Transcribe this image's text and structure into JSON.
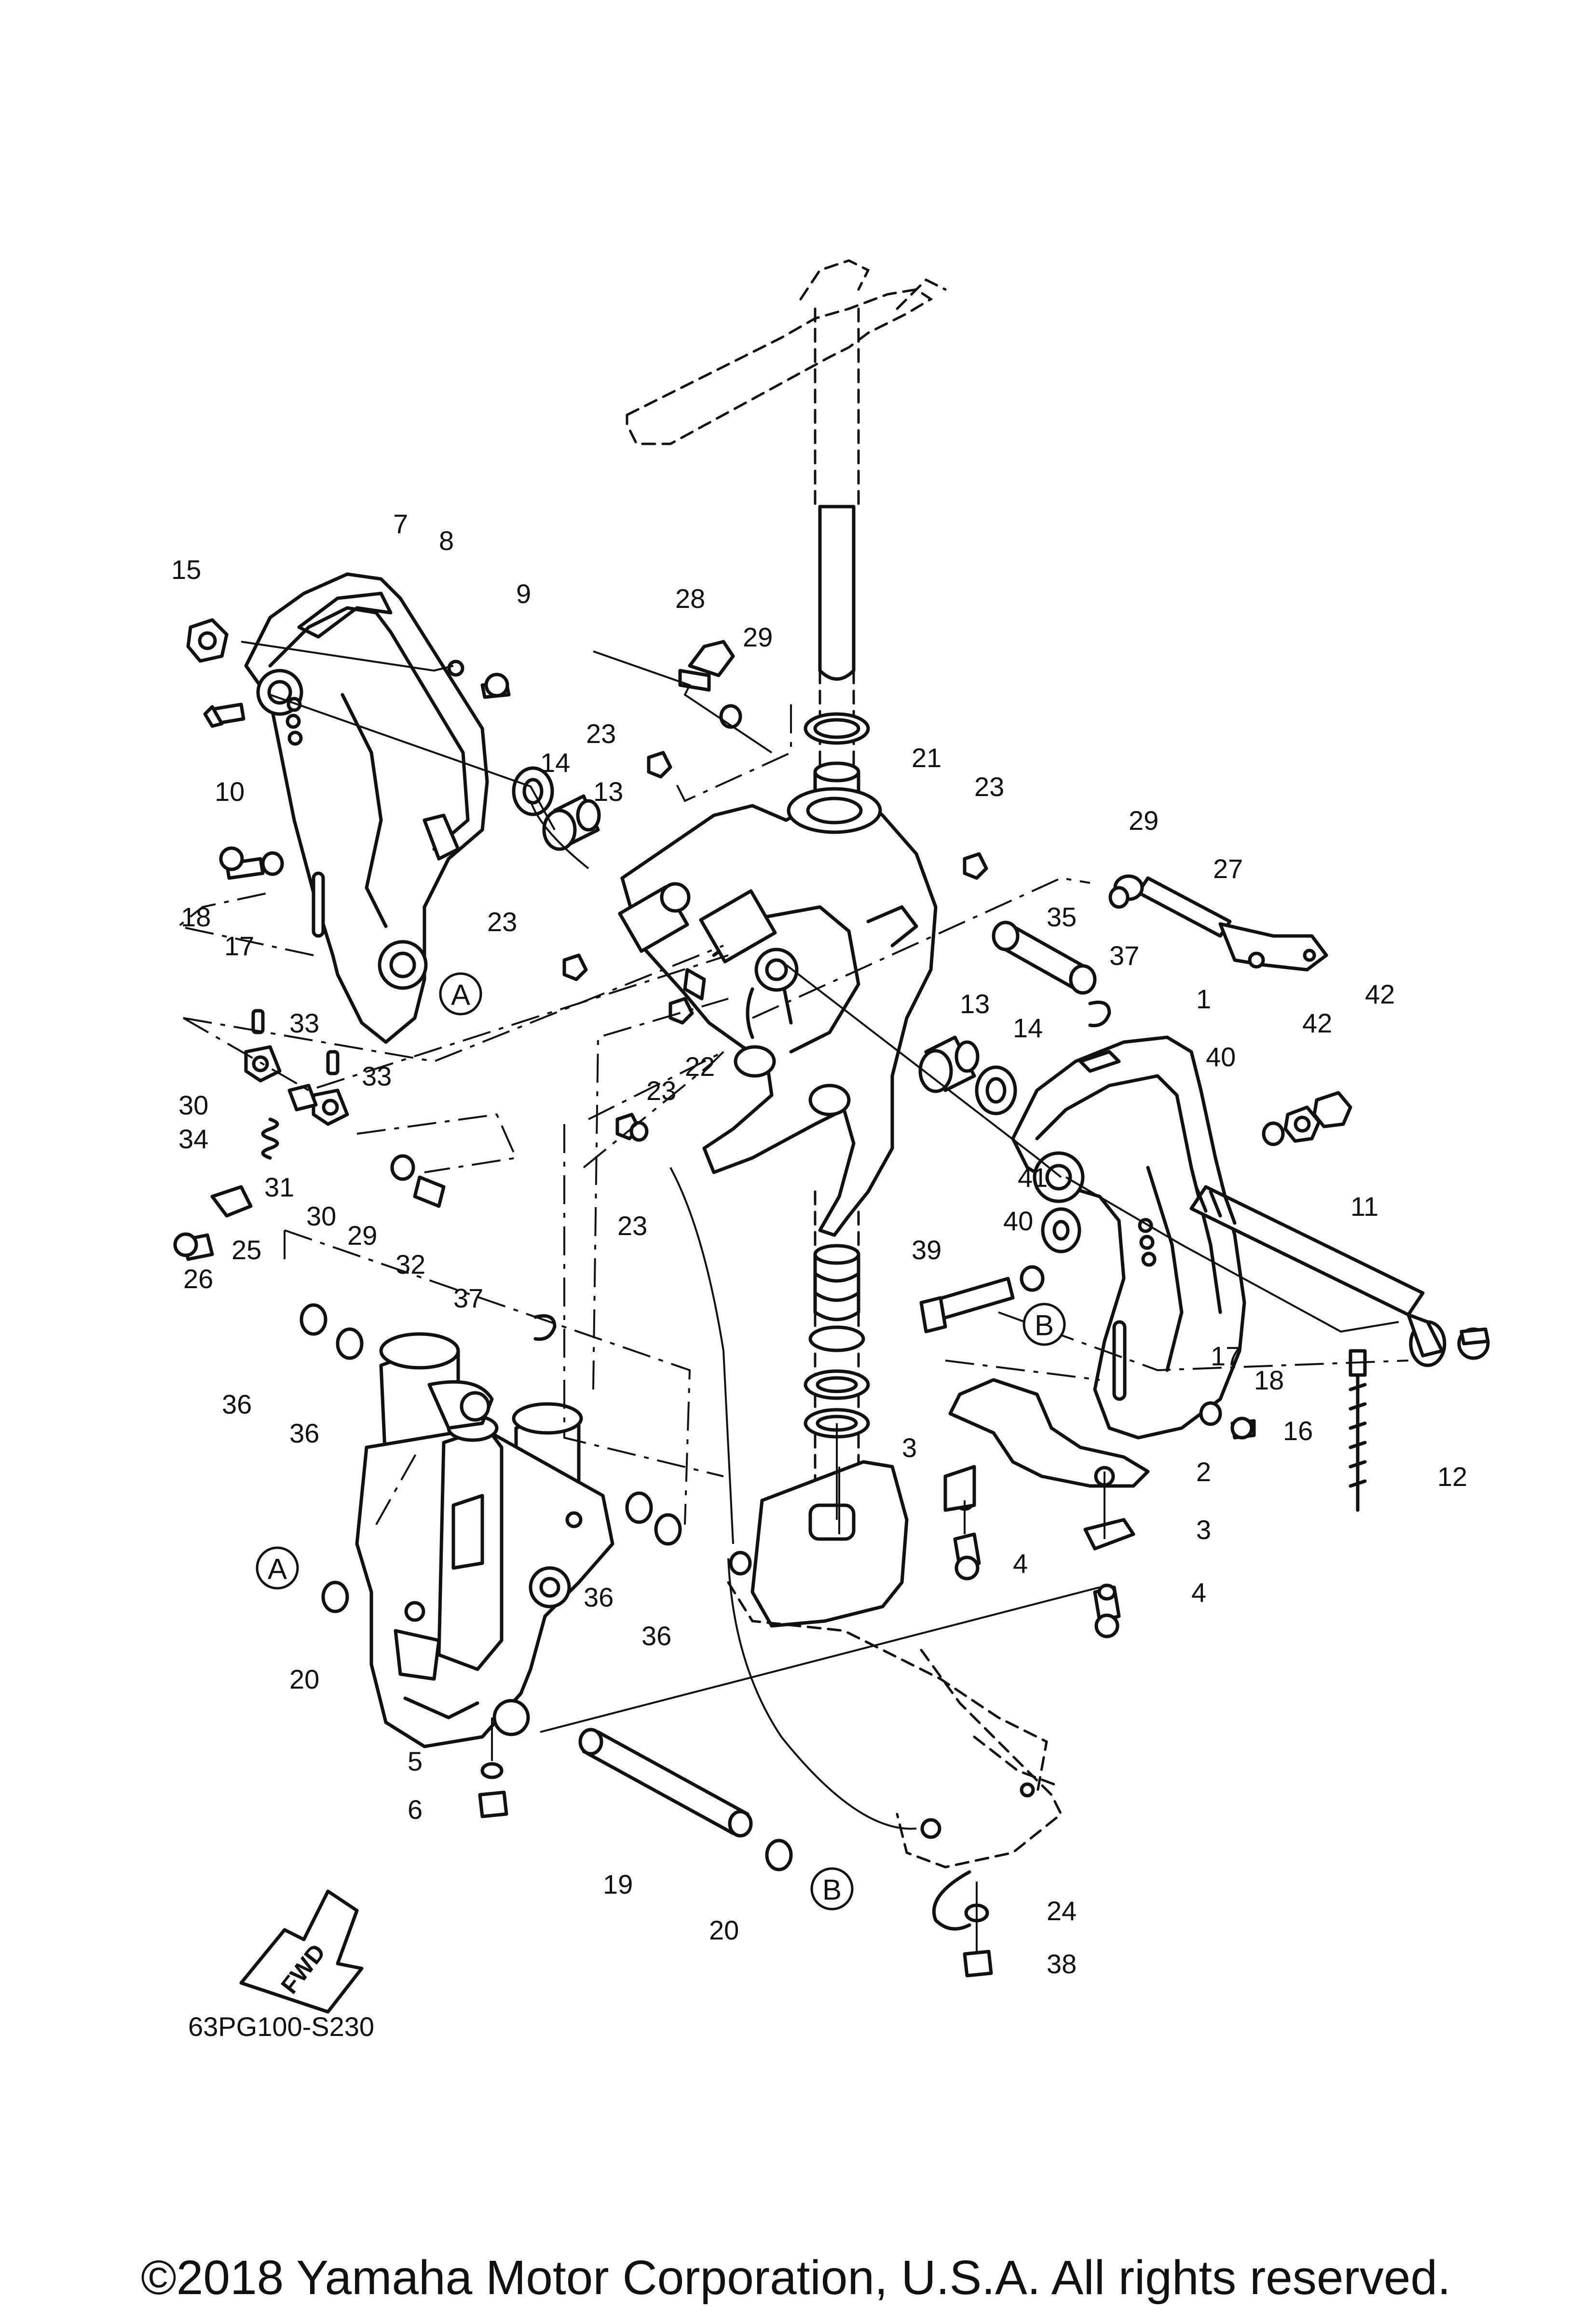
{
  "diagram": {
    "callouts": [
      "1",
      "2",
      "3",
      "3",
      "4",
      "4",
      "5",
      "6",
      "7",
      "8",
      "9",
      "10",
      "11",
      "12",
      "13",
      "13",
      "14",
      "14",
      "15",
      "16",
      "17",
      "17",
      "18",
      "18",
      "19",
      "20",
      "20",
      "21",
      "22",
      "23",
      "23",
      "23",
      "23",
      "23",
      "24",
      "25",
      "26",
      "27",
      "28",
      "29",
      "29",
      "29",
      "30",
      "30",
      "31",
      "32",
      "33",
      "33",
      "34",
      "35",
      "36",
      "36",
      "36",
      "36",
      "37",
      "37",
      "38",
      "39",
      "40",
      "40",
      "41",
      "42",
      "42"
    ],
    "reference_markers": [
      "A",
      "A",
      "B",
      "B"
    ],
    "direction_label": "FWD",
    "part_code": "63PG100-S230"
  },
  "footer": {
    "copyright": "©2018 Yamaha Motor Corporation, U.S.A. All rights reserved."
  }
}
